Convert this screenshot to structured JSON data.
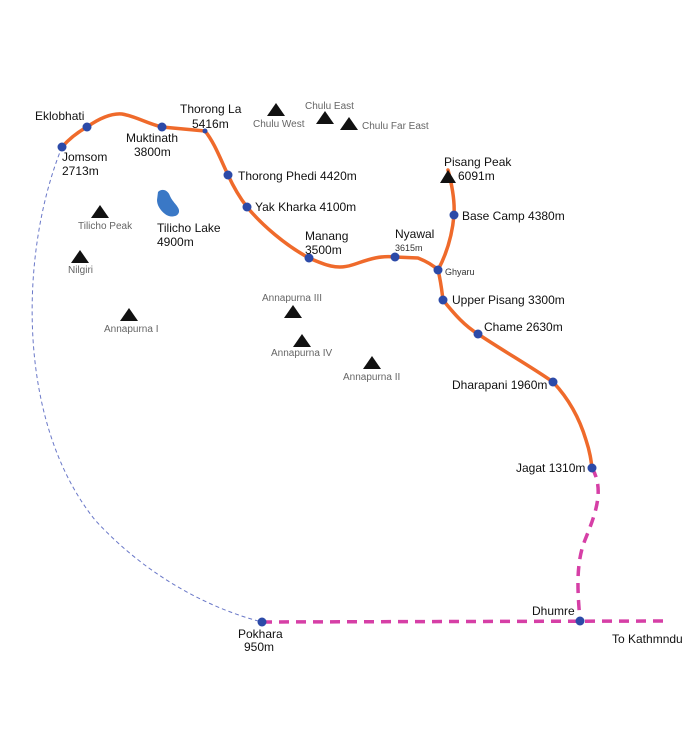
{
  "colors": {
    "trek_route": "#ef6a2b",
    "road": "#d63fa6",
    "trail": "#6a78c8",
    "stop": "#2c4aa8",
    "peak": "#111111",
    "lake": "#3a78c6"
  },
  "stops": {
    "eklobhati": "Eklobhati",
    "jomsom_name": "Jomsom",
    "jomsom_alt": "2713m",
    "muktinath_name": "Muktinath",
    "muktinath_alt": "3800m",
    "thorong_la_name": "Thorong La",
    "thorong_la_alt": "5416m",
    "thorong_phedi": "Thorong Phedi 4420m",
    "yak_kharka": "Yak Kharka 4100m",
    "manang_name": "Manang",
    "manang_alt": "3500m",
    "nyawal_name": "Nyawal",
    "nyawal_alt": "3615m",
    "ghyaru": "Ghyaru",
    "upper_pisang": "Upper Pisang 3300m",
    "chame": "Chame 2630m",
    "dharapani": "Dharapani 1960m",
    "jagat": "Jagat 1310m",
    "dhumre": "Dhumre",
    "pokhara_name": "Pokhara",
    "pokhara_alt": "950m",
    "base_camp": "Base Camp 4380m",
    "to_kathmandu": "To Kathmndu"
  },
  "peaks": {
    "pisang_peak_name": "Pisang Peak",
    "pisang_peak_alt": "6091m",
    "chulu_west": "Chulu West",
    "chulu_east": "Chulu East",
    "chulu_far_east": "Chulu Far East",
    "tilicho_peak": "Tilicho Peak",
    "nilgiri": "Nilgiri",
    "annapurna_i": "Annapurna I",
    "annapurna_iii": "Annapurna III",
    "annapurna_iv": "Annapurna IV",
    "annapurna_ii": "Annapurna II"
  },
  "lake": {
    "name": "Tilicho Lake",
    "alt": "4900m"
  }
}
